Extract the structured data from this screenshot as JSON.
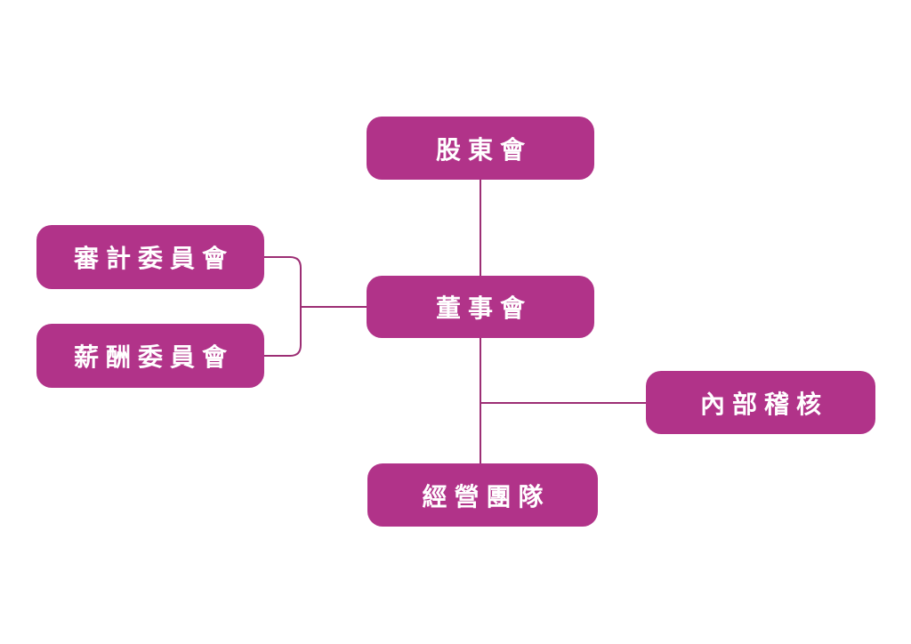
{
  "theme": {
    "background": "#FFFFFF",
    "node_fill": "#B13389",
    "node_text_color": "#FFFFFF",
    "connector_color": "#9C2E74"
  },
  "org_chart": {
    "type": "org-chart",
    "nodes": [
      {
        "id": "shareholders-meeting",
        "label": "股東會"
      },
      {
        "id": "board-of-directors",
        "label": "董事會"
      },
      {
        "id": "audit-committee",
        "label": "審計委員會"
      },
      {
        "id": "compensation-committee",
        "label": "薪酬委員會"
      },
      {
        "id": "internal-audit",
        "label": "內部稽核"
      },
      {
        "id": "management-team",
        "label": "經營團隊"
      }
    ],
    "edges": [
      {
        "from": "shareholders-meeting",
        "to": "board-of-directors"
      },
      {
        "from": "board-of-directors",
        "to": "audit-committee"
      },
      {
        "from": "board-of-directors",
        "to": "compensation-committee"
      },
      {
        "from": "board-of-directors",
        "to": "internal-audit"
      },
      {
        "from": "board-of-directors",
        "to": "management-team"
      }
    ]
  }
}
